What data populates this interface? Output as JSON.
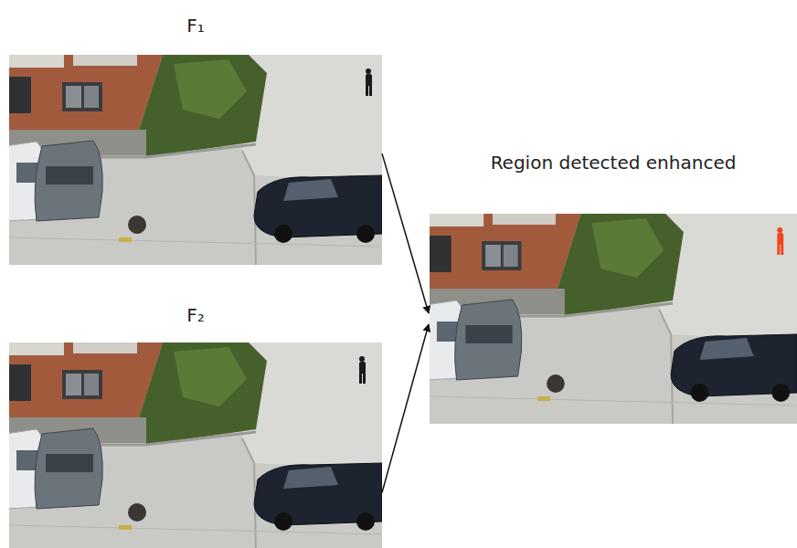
{
  "diagram": {
    "nodes": [
      {
        "text": [
          "F₁"
        ]
      },
      {
        "text": [
          "F₂"
        ]
      },
      {
        "text": [
          "Region detected enhanced"
        ]
      }
    ],
    "edges": [
      {
        "from": 0,
        "to": 2,
        "arrow": "to"
      },
      {
        "from": 1,
        "to": 2,
        "arrow": "to"
      }
    ]
  }
}
